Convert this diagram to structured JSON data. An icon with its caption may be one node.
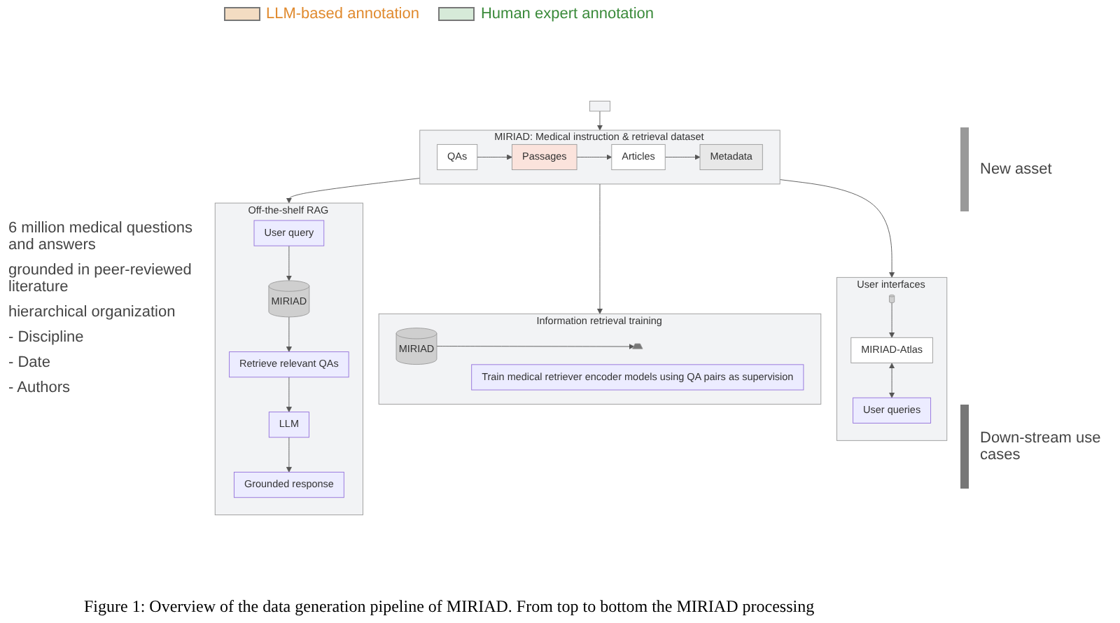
{
  "diagram": {
    "caption": "Figure 1: Overview of the data generation pipeline of MIRIAD. From top to bottom the MIRIAD processing",
    "nodes": [
      {
        "text": [],
        "shape": "box"
      },
      {
        "text": [
          "MIRIAD: Medical instruction & retrieval dataset"
        ]
      },
      {
        "text": [
          "QAs"
        ],
        "in": 1
      },
      {
        "text": [
          "Passages"
        ],
        "in": 1
      },
      {
        "text": [
          "Articles"
        ],
        "in": 1
      },
      {
        "text": [
          "Metadata"
        ],
        "in": 1
      },
      {
        "text": [
          "Off-the-shelf RAG"
        ]
      },
      {
        "text": [
          "MIRIAD"
        ],
        "in": 6
      },
      {
        "text": [
          "User query"
        ],
        "in": 6
      },
      {
        "text": [
          "Retrieve relevant QAs"
        ],
        "in": 6
      },
      {
        "text": [
          "LLM"
        ],
        "in": 6
      },
      {
        "text": [
          "Grounded response"
        ],
        "in": 6
      },
      {
        "text": [
          "Information retrieval training"
        ]
      },
      {
        "text": [
          "MIRIAD"
        ],
        "in": 12
      },
      {
        "text": [],
        "shape": "trapezoid",
        "in": 12
      },
      {
        "text": [
          "Train medical retriever encoder models using QA pairs as supervision"
        ],
        "in": 12
      },
      {
        "text": [
          "User interfaces"
        ]
      },
      {
        "text": [
          "MIRIAD-Atlas"
        ],
        "in": 16
      },
      {
        "text": [],
        "shape": "cylinder",
        "in": 16
      },
      {
        "text": [
          "User queries"
        ],
        "in": 16
      }
    ],
    "edges": [
      {
        "from": 0,
        "to": 1,
        "arrow": "to"
      },
      {
        "from": 2,
        "to": 3,
        "arrow": "to"
      },
      {
        "from": 3,
        "to": 4,
        "arrow": "to"
      },
      {
        "from": 4,
        "to": 5,
        "arrow": "to"
      },
      {
        "from": 1,
        "to": 6,
        "arrow": "to"
      },
      {
        "from": 1,
        "to": 12,
        "arrow": "to"
      },
      {
        "from": 1,
        "to": 16,
        "arrow": "to"
      },
      {
        "from": 8,
        "to": 7,
        "arrow": "to"
      },
      {
        "from": 7,
        "to": 9,
        "arrow": "to"
      },
      {
        "from": 9,
        "to": 10,
        "arrow": "to"
      },
      {
        "from": 10,
        "to": 11,
        "arrow": "to"
      },
      {
        "from": 13,
        "to": 14,
        "arrow": "to"
      },
      {
        "from": 18,
        "to": 17,
        "arrow": "to"
      },
      {
        "from": 17,
        "to": 19,
        "arrow": "both"
      }
    ],
    "labels": [
      "6 million medical questions and answers",
      "grounded in peer-reviewed literature",
      "hierarchical organization",
      "- Discipline",
      "- Date",
      "- Authors",
      "New asset",
      "Down-stream use cases"
    ],
    "legend": [
      {
        "text": "LLM-based annotation",
        "color": "#f3dcc2"
      },
      {
        "text": "Human expert annotation",
        "color": "#d6ead8"
      }
    ]
  }
}
